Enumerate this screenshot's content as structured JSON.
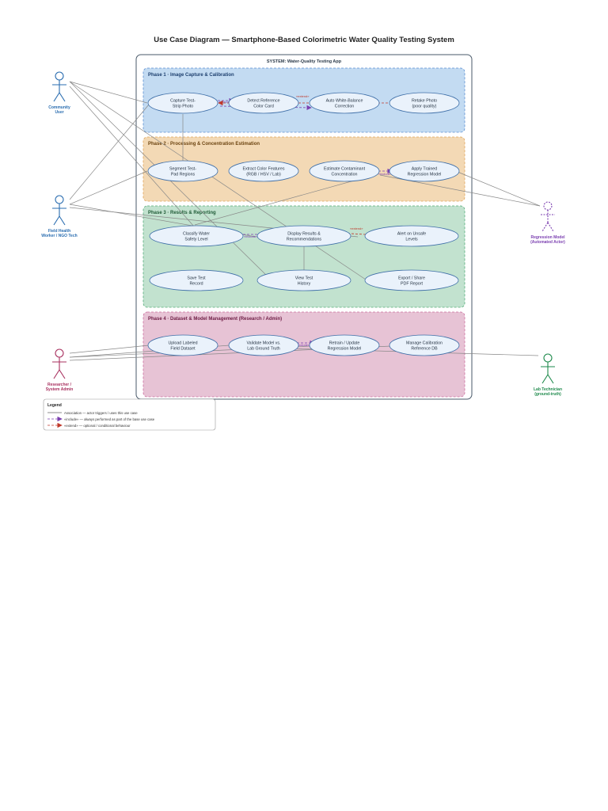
{
  "title": "Use Case Diagram — Smartphone-Based Colorimetric Water Quality Testing System",
  "system_label": "SYSTEM: Water-Quality Testing App",
  "phases": [
    {
      "id": "p1",
      "label": "Phase 1 · Image Capture & Calibration",
      "fill": "#c3dbf2",
      "stroke": "#5b8fd1"
    },
    {
      "id": "p2",
      "label": "Phase 2 · Processing & Concentration Estimation",
      "fill": "#f3d9b5",
      "stroke": "#e0a55a"
    },
    {
      "id": "p3",
      "label": "Phase 3 · Results & Reporting",
      "fill": "#c2e2cf",
      "stroke": "#55ad7a"
    },
    {
      "id": "p4",
      "label": "Phase 4 · Dataset & Model Management (Research / Admin)",
      "fill": "#e7c3d5",
      "stroke": "#cc6f9f"
    }
  ],
  "use_cases": [
    {
      "id": "capture",
      "lines": [
        "Capture Test-",
        "Strip Photo"
      ]
    },
    {
      "id": "detect",
      "lines": [
        "Detect Reference",
        "Color Card"
      ]
    },
    {
      "id": "awb",
      "lines": [
        "Auto White-Balance",
        "Correction"
      ]
    },
    {
      "id": "retake",
      "lines": [
        "Retake Photo",
        "(poor quality)"
      ]
    },
    {
      "id": "segment",
      "lines": [
        "Segment Test-",
        "Pad Regions"
      ]
    },
    {
      "id": "extract",
      "lines": [
        "Extract Color Features",
        "(RGB / HSV / Lab)"
      ]
    },
    {
      "id": "estimate",
      "lines": [
        "Estimate Contaminant",
        "Concentration"
      ]
    },
    {
      "id": "apply",
      "lines": [
        "Apply Trained",
        "Regression Model"
      ]
    },
    {
      "id": "classify",
      "lines": [
        "Classify Water",
        "Safety Level"
      ]
    },
    {
      "id": "display",
      "lines": [
        "Display Results &",
        "Recommendations"
      ]
    },
    {
      "id": "alert",
      "lines": [
        "Alert on Unsafe",
        "Levels"
      ]
    },
    {
      "id": "save",
      "lines": [
        "Save Test",
        "Record"
      ]
    },
    {
      "id": "view",
      "lines": [
        "View Test",
        "History"
      ]
    },
    {
      "id": "export",
      "lines": [
        "Export / Share",
        "PDF Report"
      ]
    },
    {
      "id": "upload",
      "lines": [
        "Upload Labeled",
        "Field Dataset"
      ]
    },
    {
      "id": "validate",
      "lines": [
        "Validate Model vs.",
        "Lab Ground Truth"
      ]
    },
    {
      "id": "retrain",
      "lines": [
        "Retrain / Update",
        "Regression Model"
      ]
    },
    {
      "id": "manage",
      "lines": [
        "Manage Calibration",
        "Reference DB"
      ]
    }
  ],
  "actors": [
    {
      "id": "community",
      "lines": [
        "Community",
        "User"
      ],
      "color": "#2a6db0",
      "style": "solid"
    },
    {
      "id": "field",
      "lines": [
        "Field Health",
        "Worker / NGO Tech"
      ],
      "color": "#2a6db0",
      "style": "solid"
    },
    {
      "id": "researcher",
      "lines": [
        "Researcher /",
        "System Admin"
      ],
      "color": "#a8305f",
      "style": "solid"
    },
    {
      "id": "regression",
      "lines": [
        "Regression Model",
        "(Automated Actor)"
      ],
      "color": "#7b3fb0",
      "style": "dashed"
    },
    {
      "id": "labtech",
      "lines": [
        "Lab Technician",
        "(ground-truth)"
      ],
      "color": "#1e8a4c",
      "style": "solid"
    }
  ],
  "relation_labels": {
    "include": "«include»",
    "extend": "«extend»"
  },
  "legend": {
    "title": "Legend",
    "items": [
      {
        "type": "association",
        "text": "Association — actor triggers / uses this use case",
        "color": "#666666"
      },
      {
        "type": "include",
        "text": "«include» — always performed as part of the base use case",
        "color": "#7b3fb0"
      },
      {
        "type": "extend",
        "text": "«extend» — optional / conditional behaviour",
        "color": "#c0392b"
      }
    ]
  },
  "colors": {
    "ellipse_fill": "#eaf2fb",
    "ellipse_stroke": "#3f6fa8",
    "association": "#888888",
    "include": "#7b3fb0",
    "extend": "#c0392b",
    "system_stroke": "#4a5a6a"
  }
}
